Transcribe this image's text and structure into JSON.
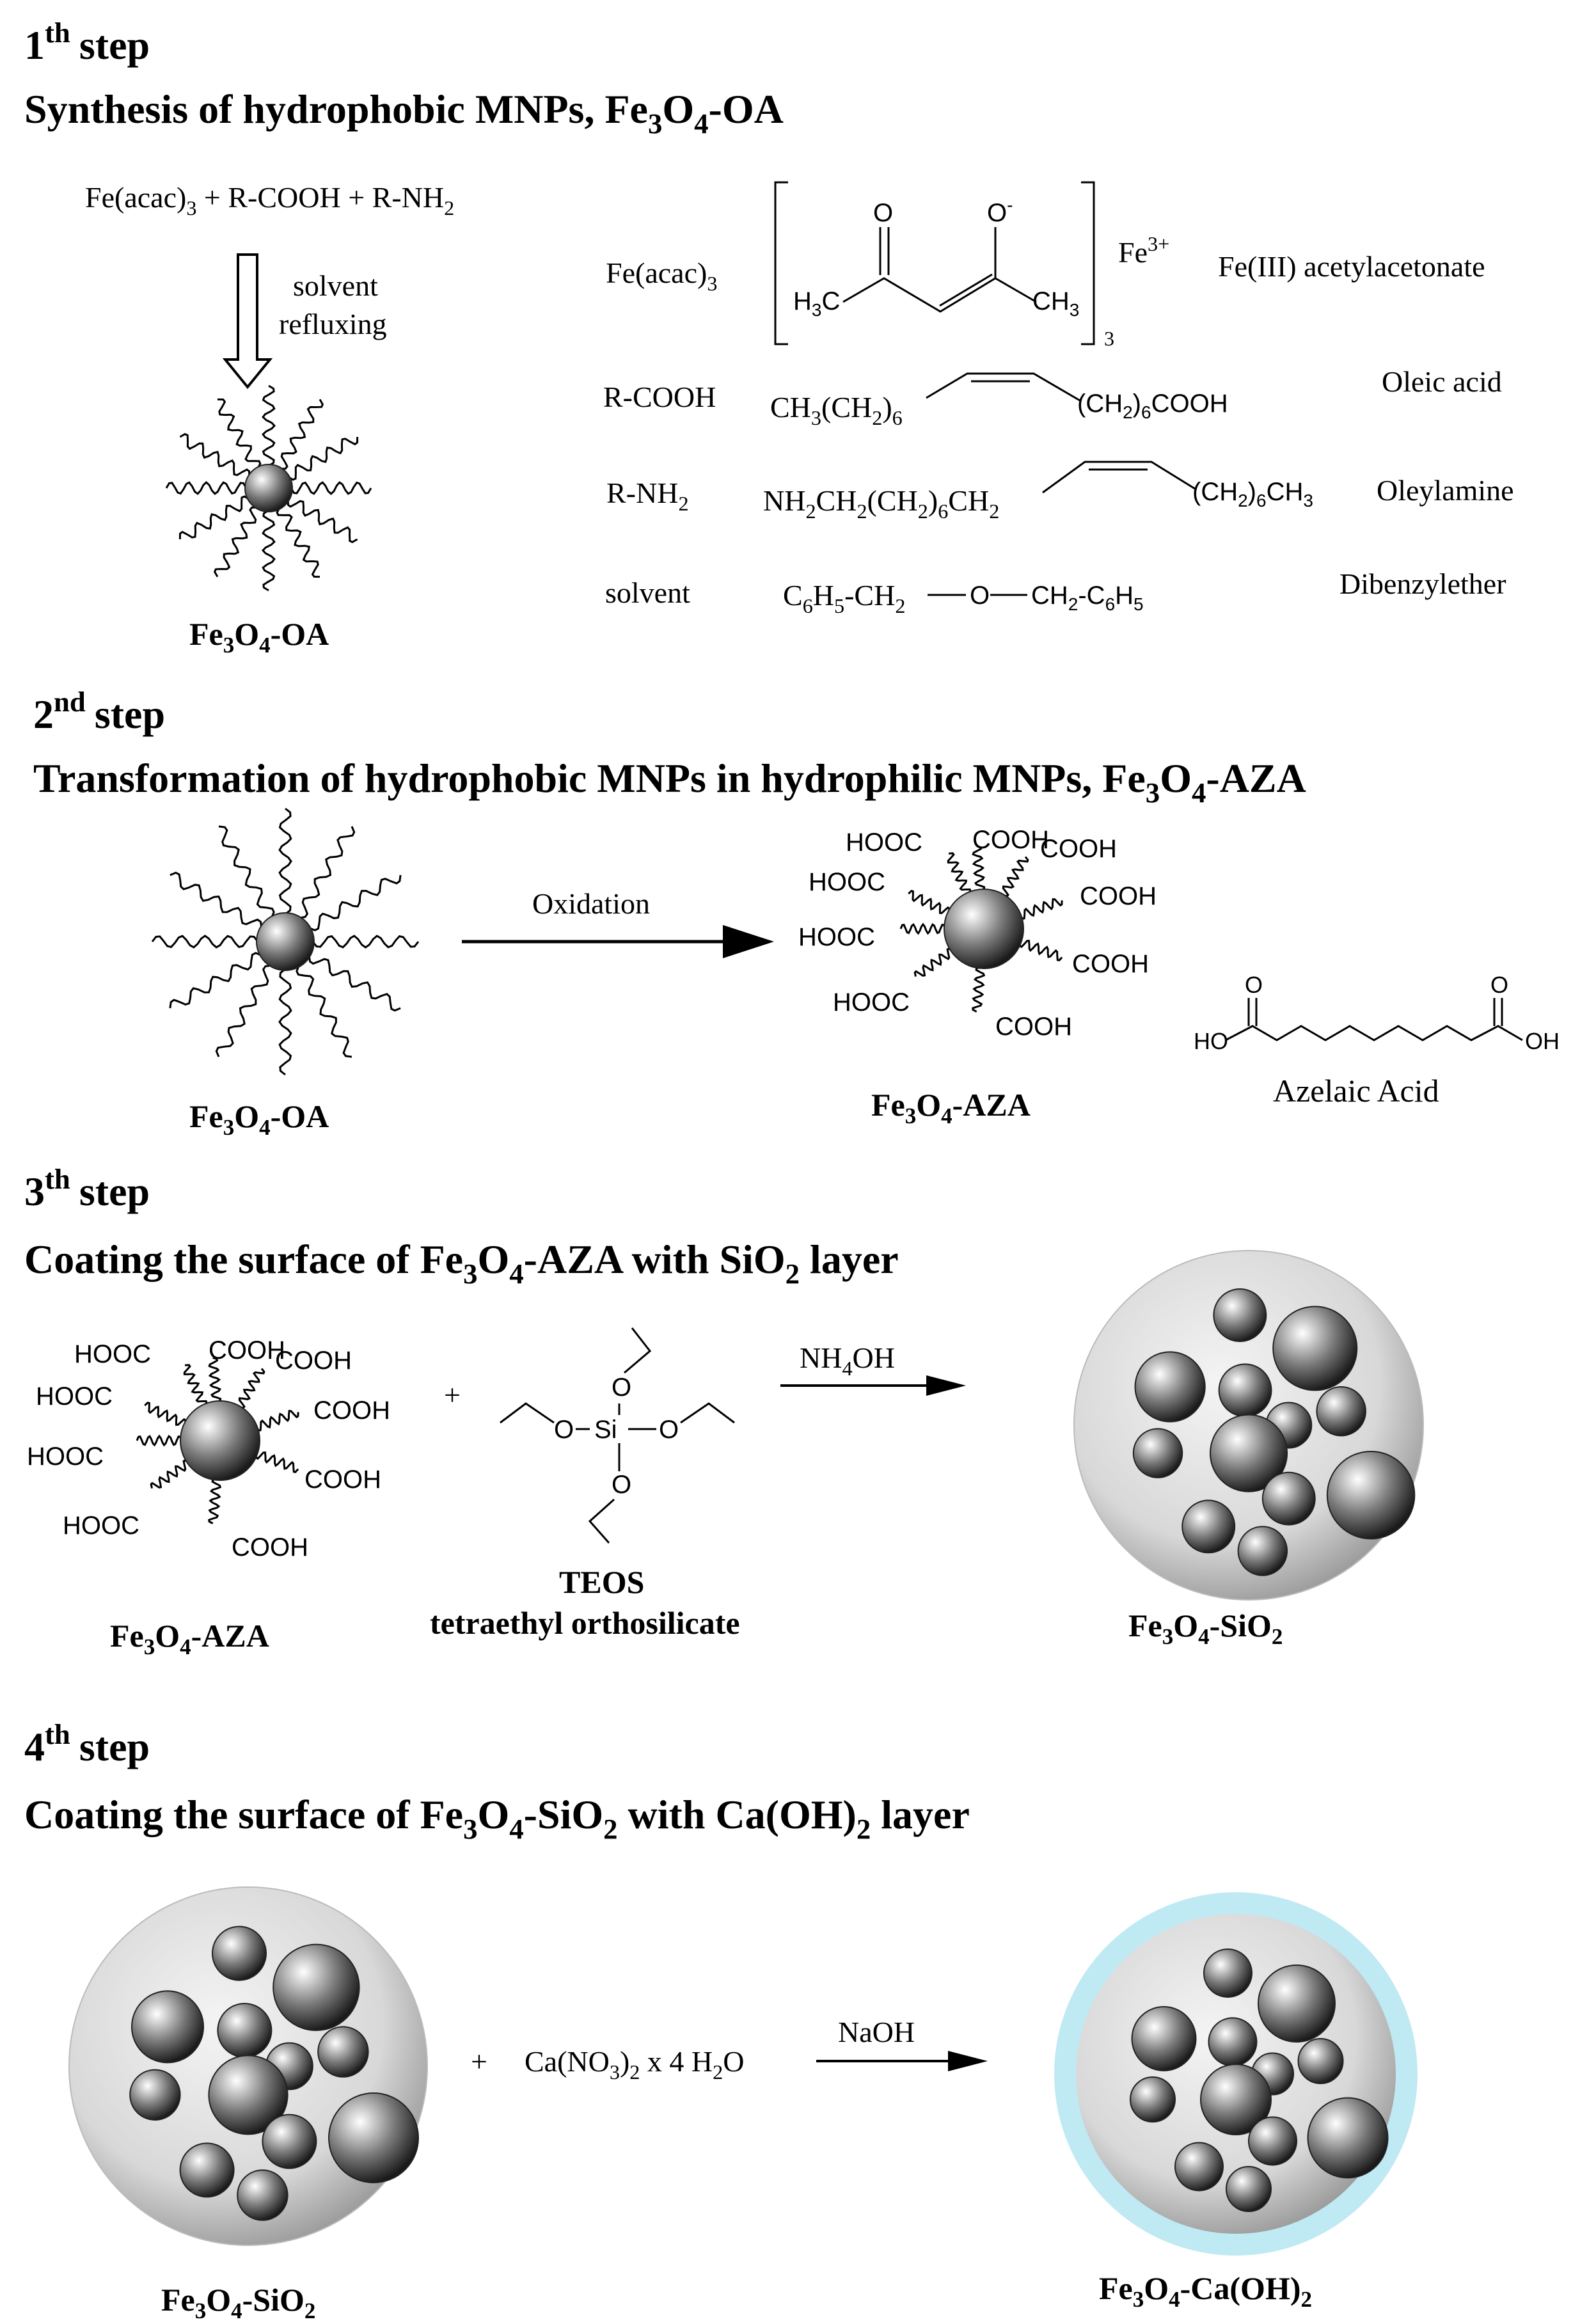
{
  "colors": {
    "sphere_light": "#ffffff",
    "sphere_dark": "#1a1a1a",
    "shell_light": "#f4f4f4",
    "shell_dark": "#9a9a9a",
    "caoh_ring": "#bfe9f3"
  },
  "step1": {
    "num": "1",
    "ord": "th",
    "word": "step",
    "title_a": "Synthesis of hydrophobic MNPs, Fe",
    "title_s1": "3",
    "title_b": "O",
    "title_s2": "4",
    "title_c": "-OA",
    "eq_a": "Fe(acac)",
    "eq_s1": "3",
    "eq_b": "  +  R-COOH   +  R-NH",
    "eq_s2": "2",
    "cond1": "solvent",
    "cond2": "refluxing",
    "product_a": "Fe",
    "product_s1": "3",
    "product_b": "O",
    "product_s2": "4",
    "product_c": "-OA",
    "reagents": {
      "feacac_a": "Fe(acac)",
      "feacac_s": "3",
      "fe3": "Fe",
      "fe3_sup": "3+",
      "feacac_name": "Fe(III) acetylacetonate",
      "bracket_sub": "3",
      "o_top": "O",
      "o_minus": "O",
      "o_minus_sup": "-",
      "h3c": "H",
      "h3c_s": "3",
      "h3c_c": "C",
      "ch3": "CH",
      "ch3_s": "3",
      "rcooh": "R-COOH",
      "oleic_a": "CH",
      "oleic_s1": "3",
      "oleic_b": "(CH",
      "oleic_s2": "2",
      "oleic_c": ")",
      "oleic_s3": "6",
      "oleic_d": "(CH",
      "oleic_s4": "2",
      "oleic_e": ")",
      "oleic_s5": "6",
      "oleic_f": "COOH",
      "oleic_name": "Oleic acid",
      "rnh2_a": "R-NH",
      "rnh2_s": "2",
      "amine_a": "NH",
      "amine_s1": "2",
      "amine_b": "CH",
      "amine_s2": "2",
      "amine_c": "(CH",
      "amine_s3": "2",
      "amine_d": ")",
      "amine_s4": "6",
      "amine_e": "CH",
      "amine_s5": "2",
      "amine_f": "(CH",
      "amine_s6": "2",
      "amine_g": ")",
      "amine_s7": "6",
      "amine_h": "CH",
      "amine_s8": "3",
      "amine_name": "Oleylamine",
      "solvent": "solvent",
      "dbe_a": "C",
      "dbe_s1": "6",
      "dbe_b": "H",
      "dbe_s2": "5",
      "dbe_c": "-CH",
      "dbe_s3": "2",
      "dbe_o": "O",
      "dbe_d": "CH",
      "dbe_s4": "2",
      "dbe_e": "-C",
      "dbe_s5": "6",
      "dbe_f": "H",
      "dbe_s6": "5",
      "dbe_name": "Dibenzylether"
    }
  },
  "step2": {
    "num": "2",
    "ord": "nd",
    "word": "step",
    "title_a": "Transformation of hydrophobic MNPs in hydrophilic MNPs, Fe",
    "title_s1": "3",
    "title_b": "O",
    "title_s2": "4",
    "title_c": "-AZA",
    "arrow_label": "Oxidation",
    "left_a": "Fe",
    "left_s1": "3",
    "left_b": "O",
    "left_s2": "4",
    "left_c": "-OA",
    "right_a": "Fe",
    "right_s1": "3",
    "right_b": "O",
    "right_s2": "4",
    "right_c": "-AZA",
    "cooh": "COOH",
    "hooc": "HOOC",
    "aza_o": "O",
    "aza_ho": "HO",
    "aza_oh": "OH",
    "aza_name": "Azelaic Acid"
  },
  "step3": {
    "num": "3",
    "ord": "th",
    "word": "step",
    "title_a": "Coating the surface of Fe",
    "title_s1": "3",
    "title_b": "O",
    "title_s2": "4",
    "title_c": "-AZA with  SiO",
    "title_s3": "2",
    "title_d": " layer",
    "plus": "+",
    "teos_o": "O",
    "teos_si": "Si",
    "teos_name": "TEOS",
    "teos_full": "tetraethyl orthosilicate",
    "arrow_a": "NH",
    "arrow_s": "4",
    "arrow_b": "OH",
    "left_a": "Fe",
    "left_s1": "3",
    "left_b": "O",
    "left_s2": "4",
    "left_c": "-AZA",
    "right_a": "Fe",
    "right_s1": "3",
    "right_b": "O",
    "right_s2": "4",
    "right_c": "-SiO",
    "right_s3": "2"
  },
  "step4": {
    "num": "4",
    "ord": "th",
    "word": "step",
    "title_a": "Coating the surface of Fe",
    "title_s1": "3",
    "title_b": "O",
    "title_s2": "4",
    "title_c": "-SiO",
    "title_s3": "2",
    "title_d": " with  Ca(OH)",
    "title_s4": "2",
    "title_e": " layer",
    "plus": "+",
    "reagent_a": "Ca(NO",
    "reagent_s1": "3",
    "reagent_b": ")",
    "reagent_s2": "2",
    "reagent_c": " x 4 H",
    "reagent_s3": "2",
    "reagent_d": "O",
    "arrow_label": "NaOH",
    "left_a": "Fe",
    "left_s1": "3",
    "left_b": "O",
    "left_s2": "4",
    "left_c": "-SiO",
    "left_s3": "2",
    "right_a": "Fe",
    "right_s1": "3",
    "right_b": "O",
    "right_s2": "4",
    "right_c": "-Ca(OH)",
    "right_s3": "2"
  }
}
